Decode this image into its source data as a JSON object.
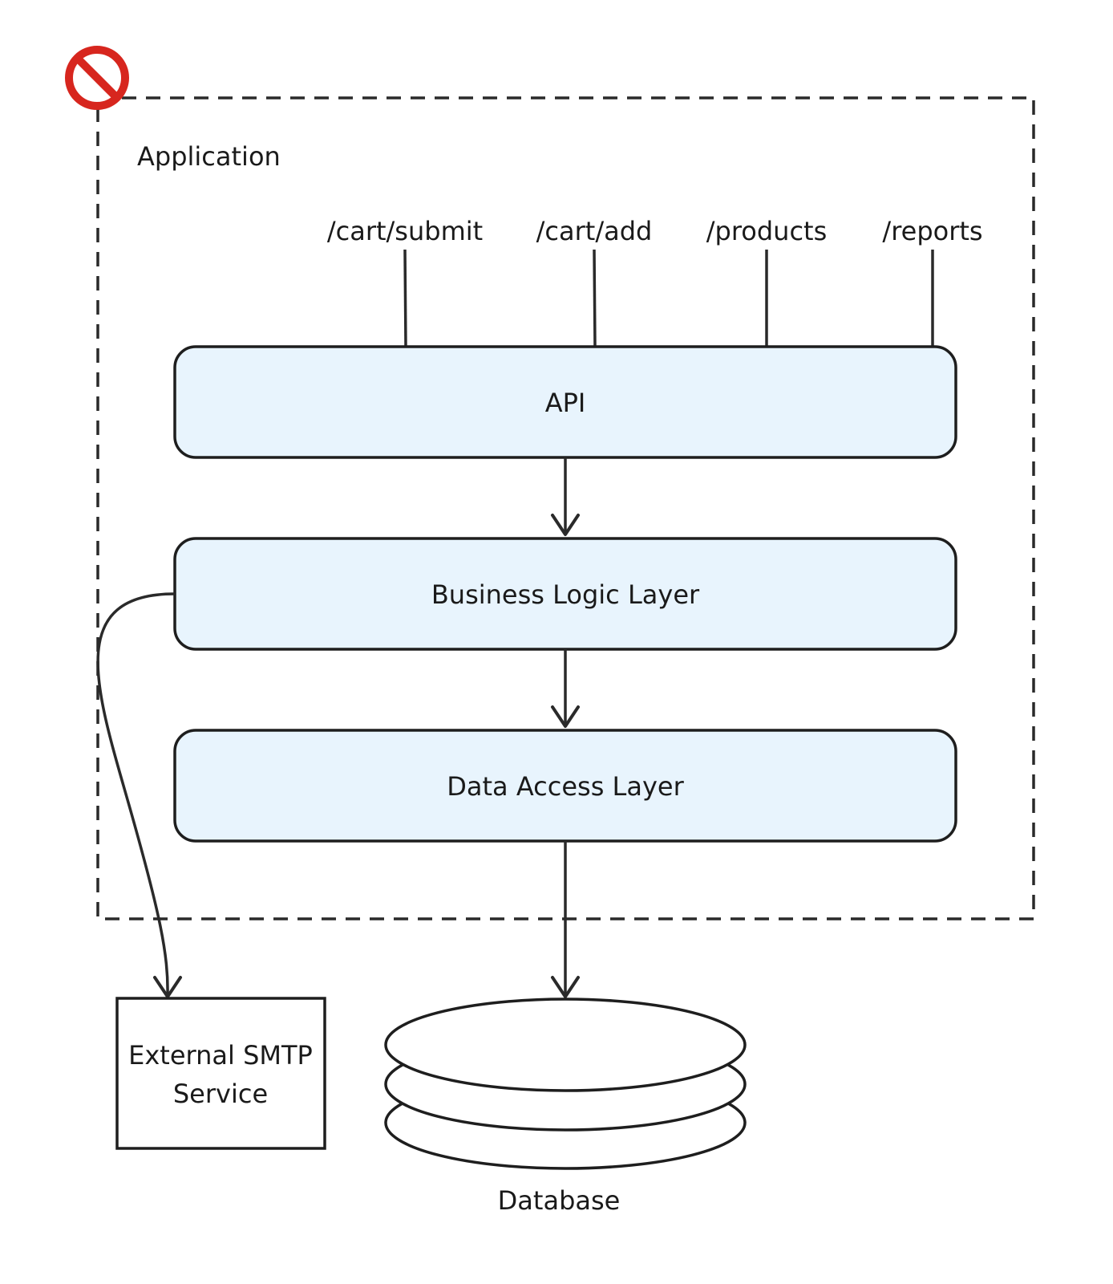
{
  "diagram": {
    "colors": {
      "stroke": "#2a2a2a",
      "layer_fill": "#e8f4fd",
      "background": "#ffffff",
      "no_sign_red": "#d7261e"
    },
    "no_entry_icon": "no-entry-sign-icon",
    "boundary": {
      "label": "Application",
      "style": "dashed"
    },
    "endpoints": [
      {
        "label": "/cart/submit"
      },
      {
        "label": "/cart/add"
      },
      {
        "label": "/products"
      },
      {
        "label": "/reports"
      }
    ],
    "layers": [
      {
        "label": "API"
      },
      {
        "label": "Business Logic Layer"
      },
      {
        "label": "Data Access Layer"
      }
    ],
    "external_service": {
      "label_line1": "External SMTP",
      "label_line2": "Service"
    },
    "database": {
      "label": "Database"
    }
  }
}
